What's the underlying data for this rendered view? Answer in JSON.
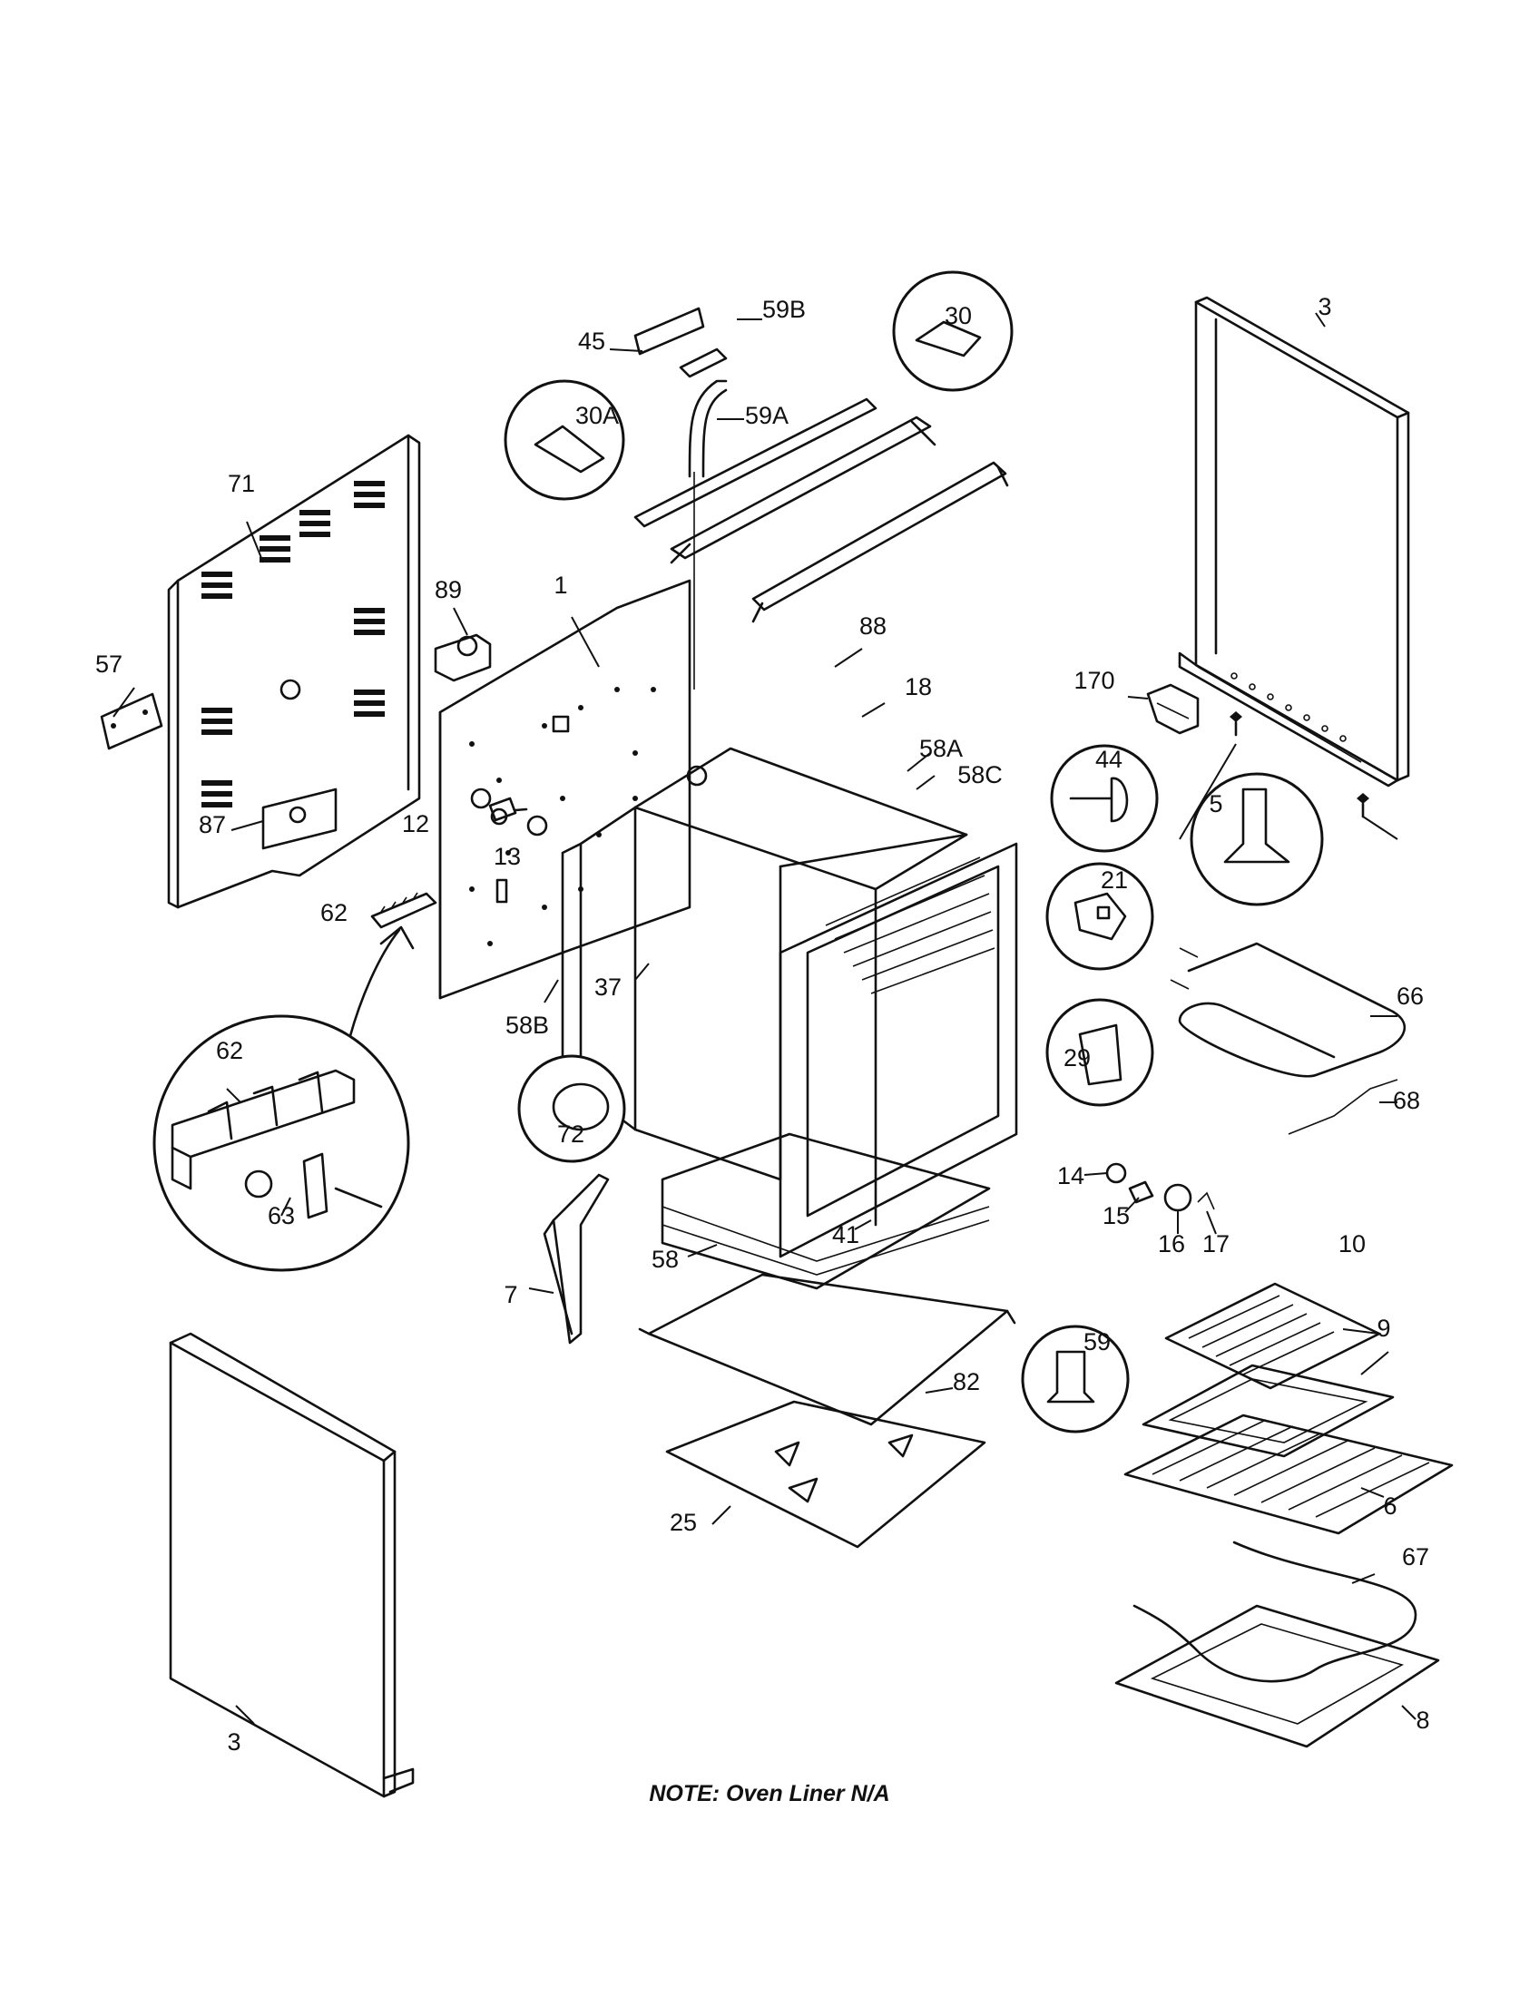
{
  "note": "NOTE: Oven Liner N/A",
  "callouts": [
    "3",
    "3",
    "5",
    "6",
    "7",
    "8",
    "9",
    "10",
    "12",
    "13",
    "14",
    "15",
    "16",
    "17",
    "18",
    "21",
    "25",
    "29",
    "30",
    "30A",
    "37",
    "41",
    "44",
    "45",
    "57",
    "58",
    "58A",
    "58B",
    "58C",
    "59",
    "59A",
    "59B",
    "62",
    "62",
    "63",
    "66",
    "67",
    "68",
    "71",
    "72",
    "82",
    "87",
    "88",
    "89",
    "170",
    "1"
  ]
}
